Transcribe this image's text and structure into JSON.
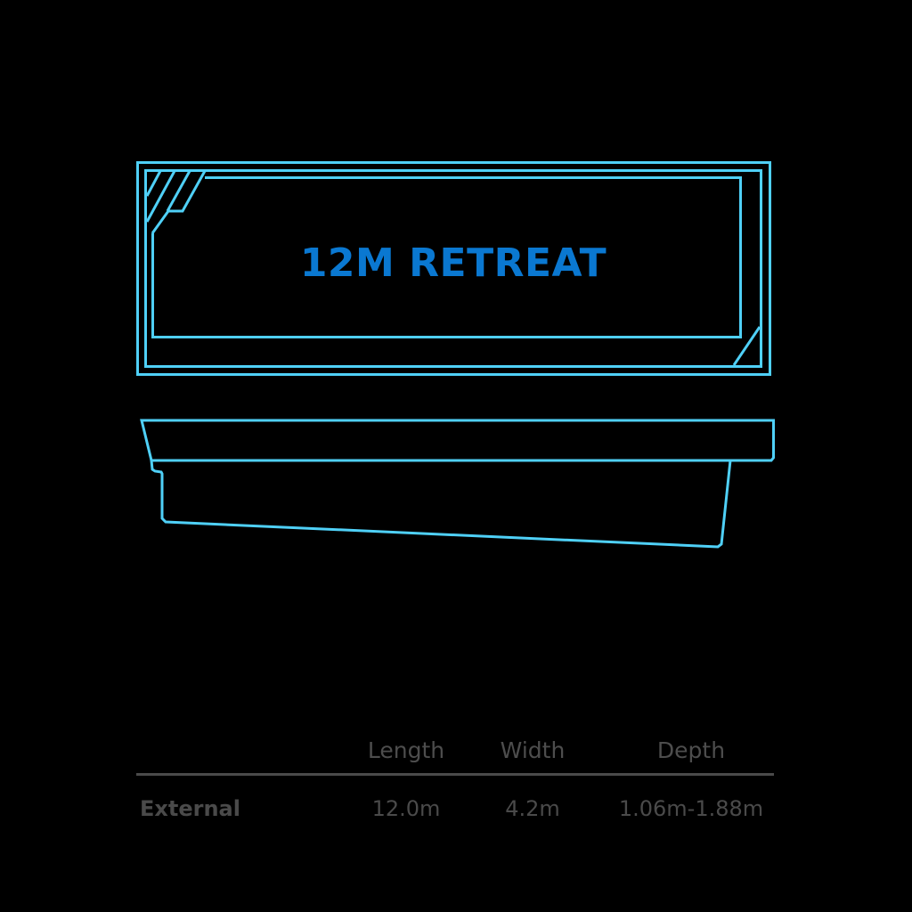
{
  "title": "12M RETREAT",
  "colors": {
    "background": "#000000",
    "outline": "#4fd0f7",
    "title": "#0a78d1",
    "text": "#4a4a4a",
    "divider": "#4a4a4a"
  },
  "diagram": {
    "plan_view_label": "plan-view",
    "side_view_label": "side-profile-view"
  },
  "specs": {
    "headers": [
      "",
      "Length",
      "Width",
      "Depth"
    ],
    "rows": [
      {
        "label": "External",
        "length": "12.0m",
        "width": "4.2m",
        "depth": "1.06m-1.88m"
      }
    ]
  }
}
